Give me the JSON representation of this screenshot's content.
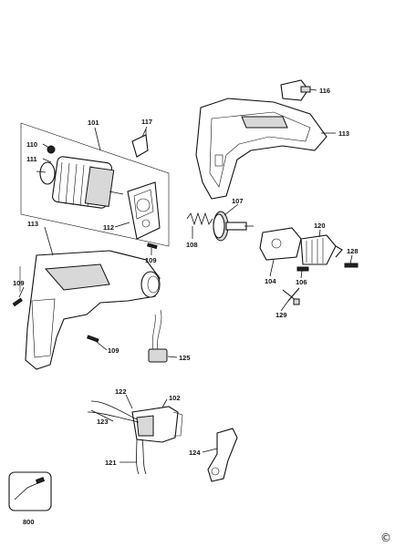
{
  "labels": {
    "l101": "101",
    "l110": "110",
    "l111": "111",
    "l117": "117",
    "l116": "116",
    "l113a": "113",
    "l107": "107",
    "l108": "108",
    "l112": "112",
    "l109a": "109",
    "l113b": "113",
    "l120": "120",
    "l128": "128",
    "l104": "104",
    "l106": "106",
    "l129": "129",
    "l109b": "109",
    "l109c": "109",
    "l125": "125",
    "l122": "122",
    "l102": "102",
    "l123": "123",
    "l121": "121",
    "l124": "124",
    "l800": "800"
  },
  "copyright": "©"
}
